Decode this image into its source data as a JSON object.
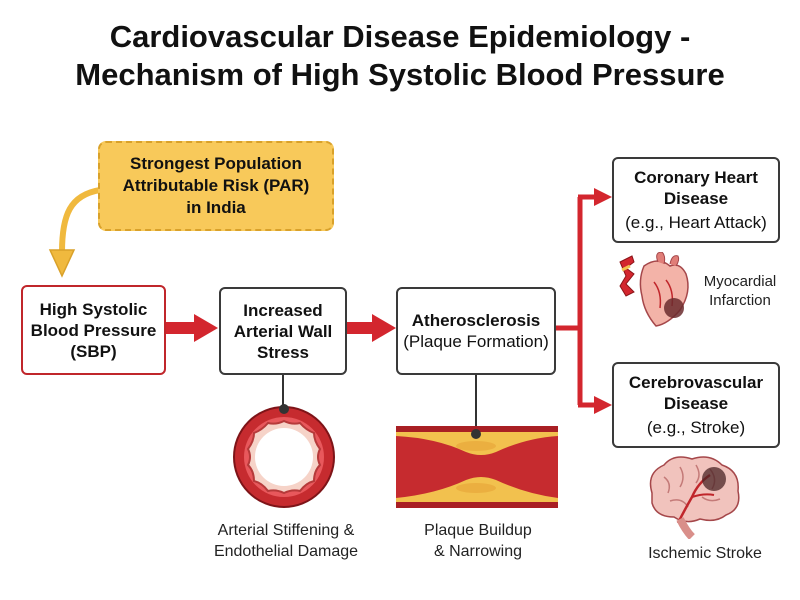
{
  "title": {
    "line1": "Cardiovascular Disease Epidemiology -",
    "line2": "Mechanism of High Systolic Blood Pressure"
  },
  "par_box": {
    "line1": "Strongest Population",
    "line2": "Attributable Risk (PAR)",
    "line3": "in India"
  },
  "flow": {
    "sbp": {
      "line1": "High Systolic",
      "line2": "Blood Pressure",
      "line3": "(SBP)"
    },
    "wall_stress": {
      "line1": "Increased",
      "line2": "Arterial Wall",
      "line3": "Stress"
    },
    "atherosclerosis": {
      "line1": "Atherosclerosis",
      "line2": "(Plaque Formation)"
    },
    "chd": {
      "line1": "Coronary Heart",
      "line2": "Disease",
      "line3": "(e.g., Heart Attack)"
    },
    "cvd": {
      "line1": "Cerebrovascular",
      "line2": "Disease",
      "line3": "(e.g., Stroke)"
    }
  },
  "captions": {
    "stiffening": {
      "line1": "Arterial Stiffening &",
      "line2": "Endothelial Damage"
    },
    "plaque": {
      "line1": "Plaque Buildup",
      "line2": "& Narrowing"
    },
    "mi": {
      "line1": "Myocardial",
      "line2": "Infarction"
    },
    "stroke": "Ischemic Stroke"
  },
  "colors": {
    "arrow_red": "#d3262e",
    "sbp_border": "#c0262b",
    "par_fill": "#f8c95a",
    "par_border": "#d9a12a",
    "par_arrow": "#f0b93e",
    "vessel_red": "#c62b2f",
    "plaque_yellow": "#f2c14e"
  },
  "icons": [
    "artery-cross-section-icon",
    "narrowed-artery-icon",
    "heart-icon",
    "brain-icon"
  ]
}
